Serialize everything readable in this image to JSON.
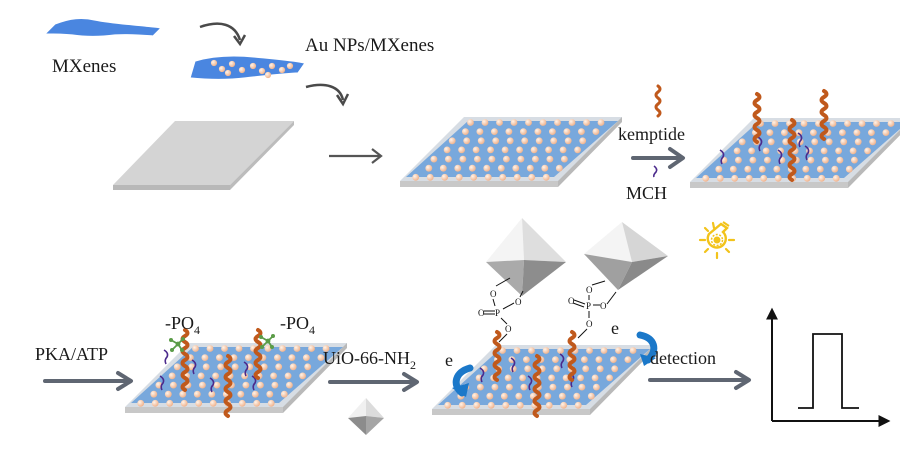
{
  "labels": {
    "mxenes": "MXenes",
    "au_mxenes": "Au NPs/MXenes",
    "kemptide": "kemptide",
    "mch": "MCH",
    "pka_atp": "PKA/ATP",
    "po4_left_main": "-PO",
    "po4_left_sub": "4",
    "po4_right_main": "-PO",
    "po4_right_sub": "4",
    "uio_main": "UiO-66-NH",
    "uio_sub": "2",
    "electron_left": "e",
    "electron_right": "e",
    "detection": "detection"
  },
  "chem_labels": {
    "o": "O",
    "p": "P"
  },
  "icons": {
    "light": "light-bulb-gear-icon",
    "signal": "square-pulse-signal-icon"
  },
  "colors": {
    "mxene_blue": "#4a86e0",
    "electrode_surface": "#78a8dc",
    "electrode_base": "#c8c8c8",
    "bare_electrode": "#d4d4d4",
    "au_np": "#f6c7a8",
    "kemptide": "#c0591c",
    "mch": "#4b2a8c",
    "arrow_gray": "#5f6672",
    "electron_arrow": "#1b78c9",
    "phosphate_green": "#5b9c48",
    "light_yellow": "#f2c31b"
  }
}
